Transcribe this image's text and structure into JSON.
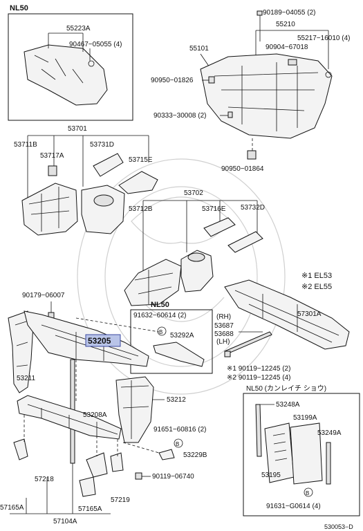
{
  "labels": {
    "nl50_top": "NL50",
    "p55223a": "55223A",
    "p90467": "90467−05055 (4)",
    "p90189": "90189−04055 (2)",
    "p55210": "55210",
    "p55217": "55217−16010 (4)",
    "p55101": "55101",
    "p90904": "90904−67018",
    "p90950a": "90950−01826",
    "p90333": "90333−30008 (2)",
    "p90950b": "90950−01864",
    "p53701": "53701",
    "p53711b": "53711B",
    "p53731d": "53731D",
    "p53717a": "53717A",
    "p53715e": "53715E",
    "p53702": "53702",
    "p53712b": "53712B",
    "p53716e": "53716E",
    "p53732d": "53732D",
    "note1": "※1 EL53",
    "note2": "※2 EL55",
    "p90179": "90179−06007",
    "nl50_mid": "NL50",
    "p91632": "91632−60614 (2)",
    "p53292a": "53292A",
    "rh": "(RH)",
    "p53687": "53687",
    "p53688": "53688",
    "lh": "(LH)",
    "p57301a": "57301A",
    "p53205": "53205",
    "p53211": "53211",
    "p90119a": "※1 90119−12245 (2)",
    "p90119b": "※2 90119−12245 (4)",
    "nl50_kana": "NL50 (カンレイチ ショウ)",
    "p53212": "53212",
    "p53248a": "53248A",
    "p53208a": "53208A",
    "p53199a": "53199A",
    "p91651": "91651−60816 (2)",
    "p53249a": "53249A",
    "p53229b": "53229B",
    "p90119c": "90119−06740",
    "p53195": "53195",
    "p57218": "57218",
    "p57219": "57219",
    "p57165a_l": "57165A",
    "p57165a_r": "57165A",
    "p57104a": "57104A",
    "p91631": "91631−G0614 (4)",
    "marker_b": "B",
    "footer": "530053−D"
  },
  "colors": {
    "ink": "#111111",
    "highlight": "#b9c4e8",
    "highlight_border": "#3b4aa0",
    "watermark": "#cfcfcf"
  }
}
